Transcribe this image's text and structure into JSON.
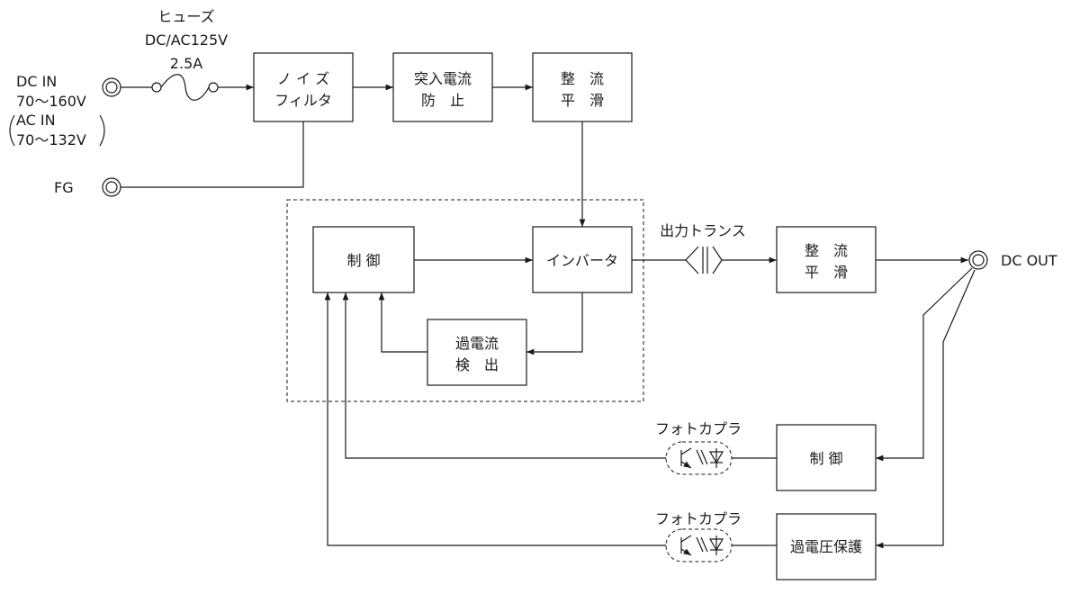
{
  "input": {
    "dc_in_label": "DC IN",
    "dc_in_range": "70～160V",
    "ac_in_label": "AC IN",
    "ac_in_range": "70～132V",
    "fg_label": "FG"
  },
  "fuse": {
    "name": "ヒューズ",
    "rating": "DC/AC125V",
    "current": "2.5A"
  },
  "blocks": {
    "noise_filter": [
      "ノ イ ズ",
      "フィルタ"
    ],
    "inrush_prevention": [
      "突入電流",
      "防　止"
    ],
    "rectifier_smoothing_1": [
      "整　流",
      "平　滑"
    ],
    "control_main": "制 御",
    "inverter": "インバータ",
    "overcurrent_detection": [
      "過電流",
      "検　出"
    ],
    "rectifier_smoothing_2": [
      "整　流",
      "平　滑"
    ],
    "control_feedback": "制 御",
    "overvoltage_protection": "過電圧保護"
  },
  "labels": {
    "output_transformer": "出力トランス",
    "dc_out": "DC OUT",
    "photocoupler_1": "フォトカプラ",
    "photocoupler_2": "フォトカプラ"
  }
}
